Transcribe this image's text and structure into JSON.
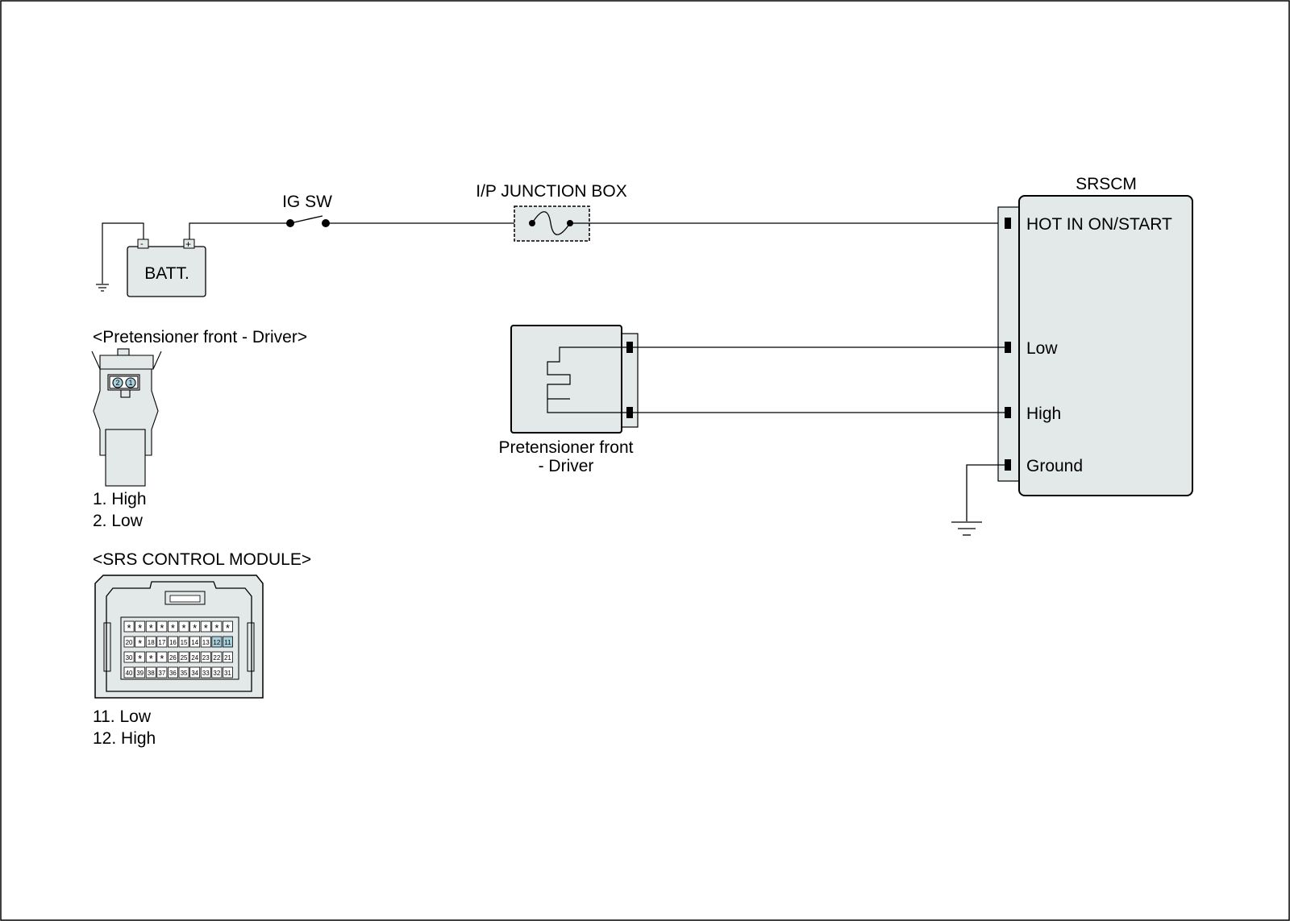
{
  "battery": {
    "label": "BATT.",
    "neg": "-",
    "pos": "+"
  },
  "ig_switch": {
    "label": "IG SW"
  },
  "junction_box": {
    "label": "I/P JUNCTION BOX"
  },
  "srscm": {
    "title": "SRSCM",
    "pins": {
      "hot": "HOT IN ON/START",
      "low": "Low",
      "high": "High",
      "ground": "Ground"
    }
  },
  "pretensioner": {
    "label_line1": "Pretensioner front",
    "label_line2": "- Driver"
  },
  "pretensioner_connector": {
    "title": "<Pretensioner front - Driver>",
    "pin_a": "2",
    "pin_b": "1",
    "legend": [
      "1. High",
      "2. Low"
    ]
  },
  "srs_module_connector": {
    "title": "<SRS CONTROL MODULE>",
    "rows": [
      [
        "*",
        "*",
        "*",
        "*",
        "*",
        "*",
        "*",
        "*",
        "*",
        "*"
      ],
      [
        "20",
        "*",
        "18",
        "17",
        "16",
        "15",
        "14",
        "13",
        "12",
        "11"
      ],
      [
        "30",
        "*",
        "*",
        "*",
        "26",
        "25",
        "24",
        "23",
        "22",
        "21"
      ],
      [
        "40",
        "39",
        "38",
        "37",
        "36",
        "35",
        "34",
        "33",
        "32",
        "31"
      ]
    ],
    "highlighted": [
      "12",
      "11"
    ],
    "legend": [
      "11. Low",
      "12. High"
    ]
  },
  "colors": {
    "component_fill": "#e3e8e8",
    "pin_highlight": "#a8d0dc",
    "line": "#000000"
  }
}
